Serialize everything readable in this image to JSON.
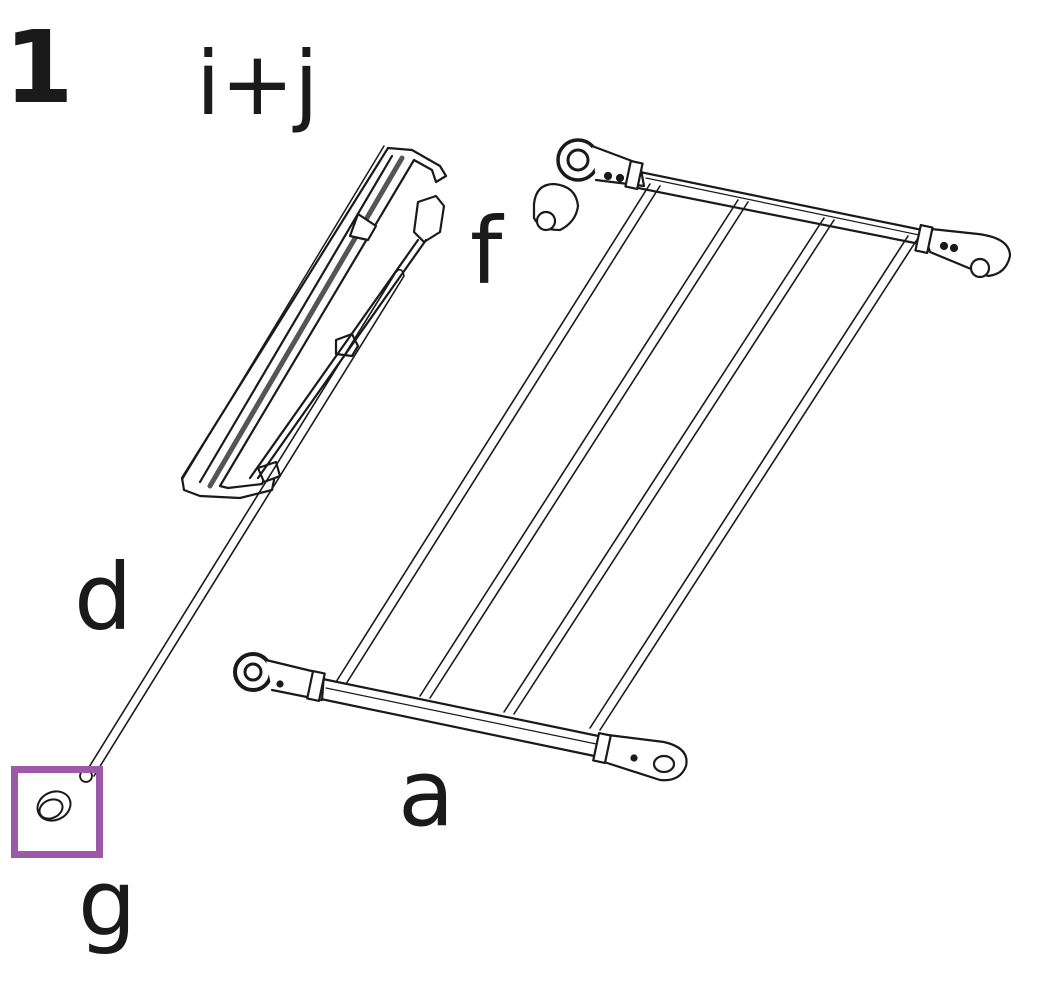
{
  "diagram": {
    "step_number": "1",
    "highlight_color": "#9b59a8",
    "line_color": "#1a1a1a",
    "parts": [
      {
        "id": "ij",
        "label": "i+j",
        "description": "side rail bracket with clips"
      },
      {
        "id": "f",
        "label": "f",
        "description": "end cap"
      },
      {
        "id": "d",
        "label": "d",
        "description": "long rod"
      },
      {
        "id": "a",
        "label": "a",
        "description": "drying rack frame with four cross bars"
      },
      {
        "id": "g",
        "label": "g",
        "description": "foot cap (highlighted)"
      }
    ]
  }
}
